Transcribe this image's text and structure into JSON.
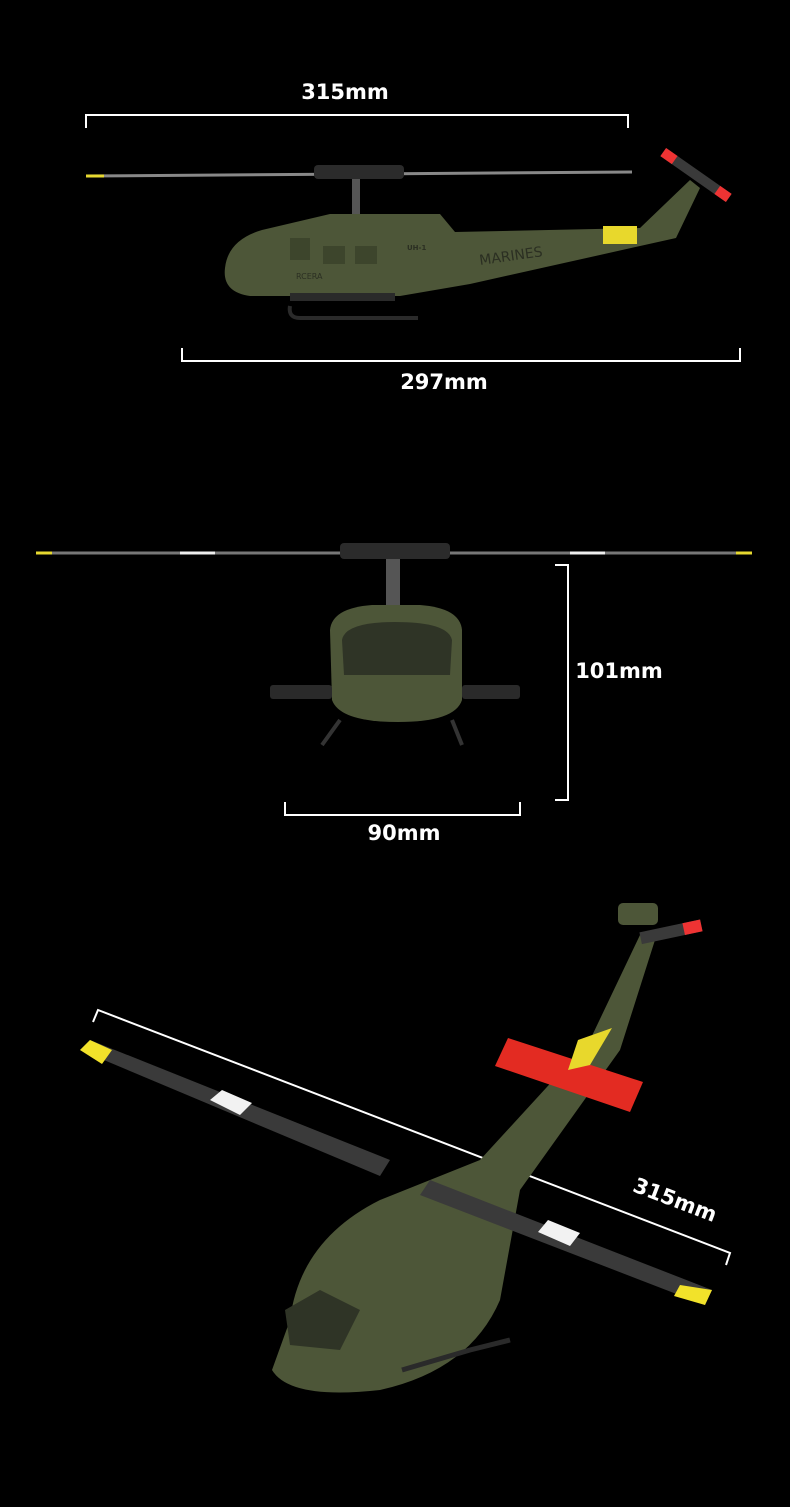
{
  "side_view": {
    "rotor_length_label": "315mm",
    "body_length_label": "297mm",
    "markings": {
      "fuselage": "MARINES",
      "model": "UH-1",
      "brand": "RCERA"
    }
  },
  "front_view": {
    "height_label": "101mm",
    "width_label": "90mm"
  },
  "perspective_view": {
    "rotor_length_label": "315mm"
  },
  "colors": {
    "background": "#000000",
    "dimension_lines": "#ffffff",
    "fuselage": "#4d5638",
    "blade": "#3a3a3a",
    "blade_tip": "#f2e22a",
    "stabilizer": "#e32b22"
  }
}
